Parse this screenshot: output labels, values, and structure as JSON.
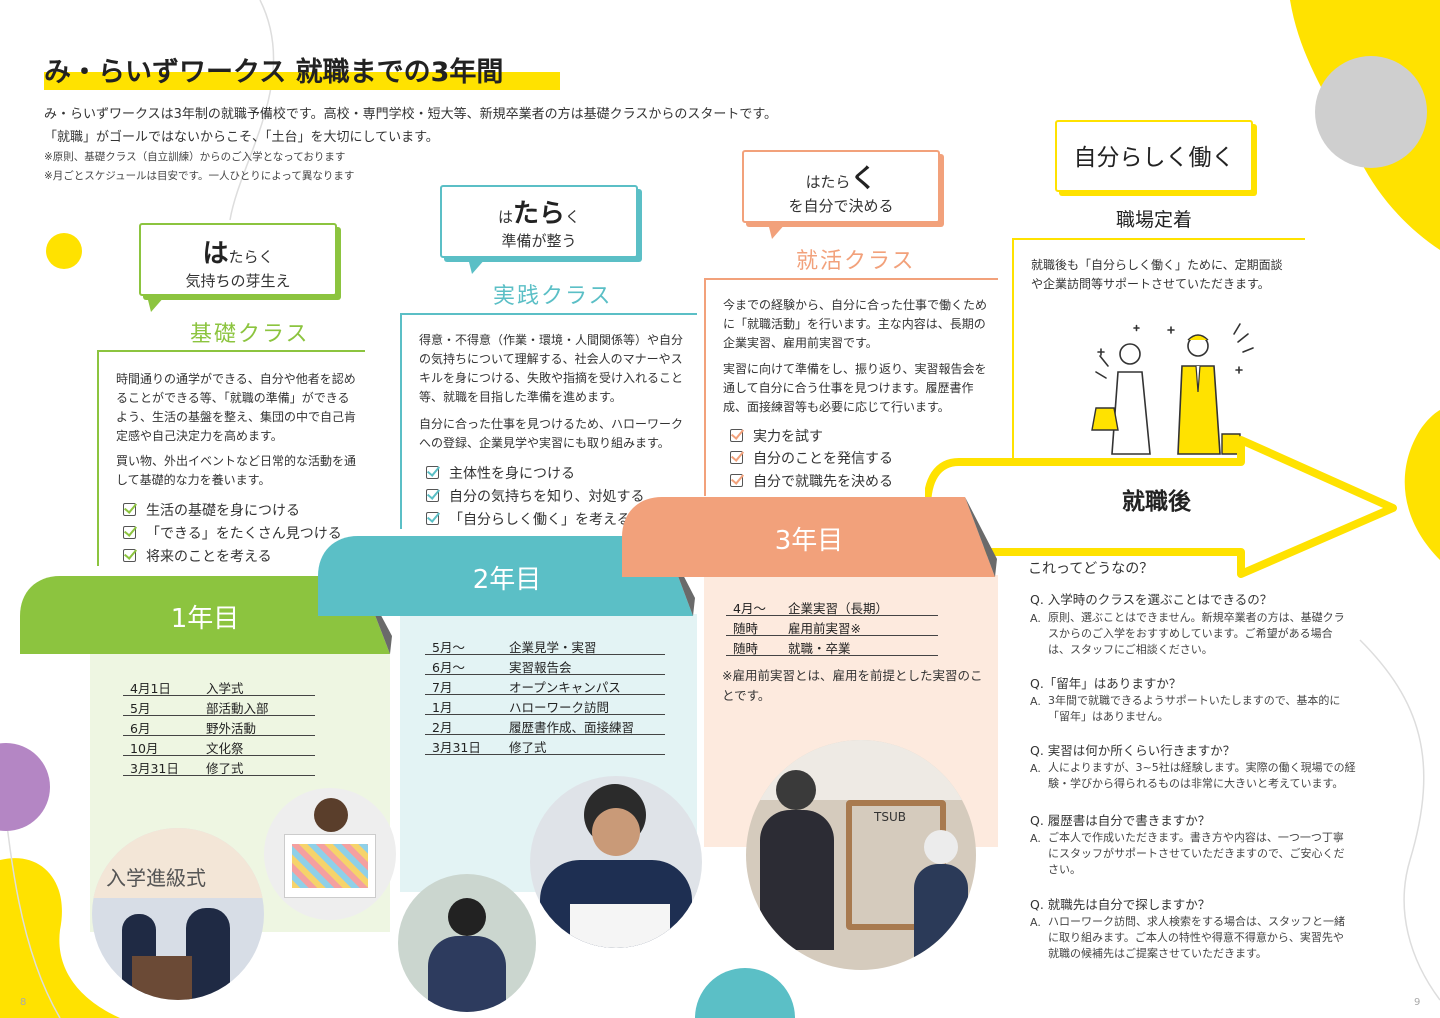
{
  "header": {
    "title": "み・らいずワークス 就職までの3年間",
    "intro_line1": "み・らいずワークスは3年制の就職予備校です。高校・専門学校・短大等、新規卒業者の方は基礎クラスからのスタートです。",
    "intro_line2": "「就職」がゴールではないからこそ、「土台」を大切にしています。",
    "note1": "※原則、基礎クラス（自立訓練）からのご入学となっております",
    "note2": "※月ごとスケジュールは目安です。一人ひとりによって異なります"
  },
  "stages": [
    {
      "bubble_big": "は",
      "bubble_rest": "たらく",
      "bubble_line2": "気持ちの芽生え",
      "class_name": "基礎クラス",
      "paragraphs": [
        "時間通りの通学ができる、自分や他者を認めることができる等、「就職の準備」ができるよう、生活の基盤を整え、集団の中で自己肯定感や自己決定力を高めます。",
        "買い物、外出イベントなど日常的な活動を通して基礎的な力を養います。"
      ],
      "checks": [
        "生活の基礎を身につける",
        "「できる」をたくさん見つける",
        "将来のことを考える"
      ],
      "year": "1年目",
      "schedule": [
        [
          "4月1日",
          "入学式"
        ],
        [
          "5月",
          "部活動入部"
        ],
        [
          "6月",
          "野外活動"
        ],
        [
          "10月",
          "文化祭"
        ],
        [
          "3月31日",
          "修了式"
        ]
      ]
    },
    {
      "bubble_pre": "は",
      "bubble_big": "たら",
      "bubble_rest": "く",
      "bubble_line2": "準備が整う",
      "class_name": "実践クラス",
      "paragraphs": [
        "得意・不得意（作業・環境・人間関係等）や自分の気持ちについて理解する、社会人のマナーやスキルを身につける、失敗や指摘を受け入れること等、就職を目指した準備を進めます。",
        "自分に合った仕事を見つけるため、ハローワークへの登録、企業見学や実習にも取り組みます。"
      ],
      "checks": [
        "主体性を身につける",
        "自分の気持ちを知り、対処する",
        "「自分らしく働く」を考える"
      ],
      "year": "2年目",
      "schedule": [
        [
          "5月～",
          "企業見学・実習"
        ],
        [
          "6月～",
          "実習報告会"
        ],
        [
          "7月",
          "オープンキャンパス"
        ],
        [
          "1月",
          "ハローワーク訪問"
        ],
        [
          "2月",
          "履歴書作成、面接練習"
        ],
        [
          "3月31日",
          "修了式"
        ]
      ]
    },
    {
      "bubble_pre": "はたら",
      "bubble_big": "く",
      "bubble_line2": "を自分で決める",
      "class_name": "就活クラス",
      "paragraphs": [
        "今までの経験から、自分に合った仕事で働くために「就職活動」を行います。主な内容は、長期の企業実習、雇用前実習です。",
        "実習に向けて準備をし、振り返り、実習報告会を通して自分に合う仕事を見つけます。履歴書作成、面接練習等も必要に応じて行います。"
      ],
      "checks": [
        "実力を試す",
        "自分のことを発信する",
        "自分で就職先を決める"
      ],
      "year": "3年目",
      "schedule": [
        [
          "4月～",
          "企業実習（長期）"
        ],
        [
          "随時",
          "雇用前実習※"
        ],
        [
          "随時",
          "就職・卒業"
        ]
      ],
      "footnote": "※雇用前実習とは、雇用を前提とした実習のことです。"
    }
  ],
  "after": {
    "bubble": "自分らしく働く",
    "title": "職場定着",
    "paragraph": "就職後も「自分らしく働く」ために、定期面談や企業訪問等サポートさせていただきます。",
    "arrow_label": "就職後"
  },
  "faq": {
    "heading": "これってどうなの？",
    "items": [
      {
        "q": "Q. 入学時のクラスを選ぶことはできるの？",
        "a_prefix": "A.",
        "a": "原則、選ぶことはできません。新規卒業者の方は、基礎クラスからのご入学をおすすめしています。ご希望がある場合は、スタッフにご相談ください。"
      },
      {
        "q": "Q.「留年」はありますか？",
        "a_prefix": "A.",
        "a": "3年間で就職できるようサポートいたしますので、基本的に「留年」はありません。"
      },
      {
        "q": "Q. 実習は何か所くらい行きますか？",
        "a_prefix": "A.",
        "a": "人によりますが、3~5社は経験します。実際の働く現場での経験・学びから得られるものは非常に大きいと考えています。"
      },
      {
        "q": "Q. 履歴書は自分で書きますか？",
        "a_prefix": "A.",
        "a": "ご本人で作成いただきます。書き方や内容は、一つ一つ丁寧にスタッフがサポートさせていただきますので、ご安心ください。"
      },
      {
        "q": "Q. 就職先は自分で探しますか？",
        "a_prefix": "A.",
        "a": "ハローワーク訪問、求人検索をする場合は、スタッフと一緒に取り組みます。ご本人の特性や得意不得意から、実習先や就職の候補先はご提案させていただきます。"
      }
    ]
  },
  "photo_texts": {
    "banner": "入学進級式",
    "sign": "TSUB"
  },
  "pages": {
    "left": "8",
    "right": "9"
  },
  "colors": {
    "yellow": "#ffe200",
    "green": "#8cc43f",
    "teal": "#5bbfc6",
    "orange": "#f2a17b",
    "gray": "#d6d6d6",
    "purple": "#b486c4"
  }
}
